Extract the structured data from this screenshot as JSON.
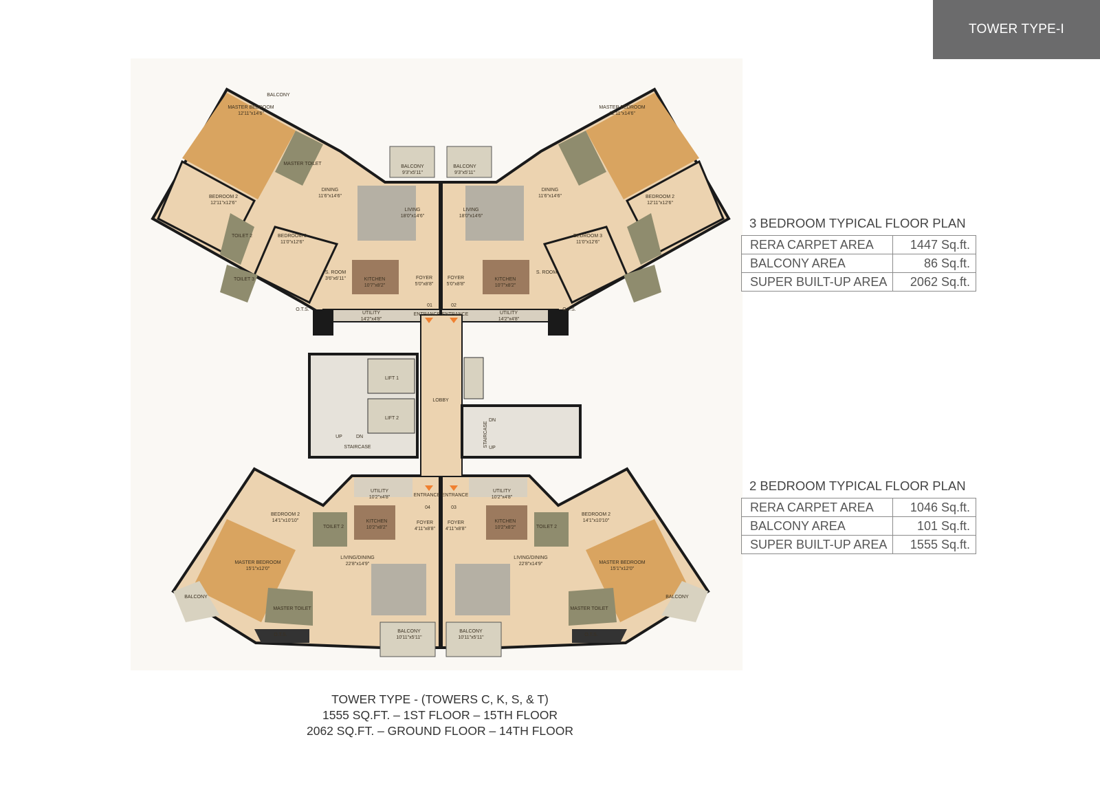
{
  "header": {
    "badge": "TOWER TYPE-I"
  },
  "colors": {
    "badge_bg": "#6b6b6c",
    "floor": "#ecd3b0",
    "wood": "#d9a460",
    "tile": "#8f8c6e",
    "wall": "#1a1a1a"
  },
  "plan_labels": {
    "unit_3bhk": [
      "MASTER BEDROOM",
      "12'11\"x14'6\"",
      "BALCONY",
      "MASTER TOILET",
      "DINING",
      "11'6\"x14'6\"",
      "BEDROOM 2",
      "12'11\"x12'6\"",
      "TOILET 2",
      "BEDROOM 3",
      "11'0\"x12'6\"",
      "TOILET 3",
      "S. ROOM",
      "3'6\"x6'11\"",
      "KITCHEN",
      "10'7\"x8'2\"",
      "FOYER",
      "5'0\"x8'8\"",
      "LIVING",
      "18'0\"x14'6\"",
      "BALCONY",
      "9'3\"x5'11\"",
      "UTILITY",
      "14'2\"x4'8\"",
      "O.T.S."
    ],
    "unit_2bhk": [
      "BEDROOM 2",
      "14'1\"x10'10\"",
      "TOILET 2",
      "KITCHEN",
      "10'2\"x8'2\"",
      "FOYER",
      "4'11\"x8'8\"",
      "UTILITY",
      "10'2\"x4'8\"",
      "LIVING/DINING",
      "22'8\"x14'9\"",
      "MASTER BEDROOM",
      "15'1\"x12'0\"",
      "MASTER TOILET",
      "BALCONY",
      "10'11\"x5'11\"",
      "O.T.S.",
      "BALCONY"
    ],
    "core": {
      "lobby": "LOBBY",
      "lift1": "LIFT 1",
      "lift2": "LIFT 2",
      "staircase": "STAIRCASE",
      "up": "UP",
      "dn": "DN",
      "entrance": "ENTRANCE"
    },
    "unit_numbers": [
      "01",
      "02",
      "03",
      "04"
    ]
  },
  "three_bedroom": {
    "title": "3 BEDROOM TYPICAL FLOOR PLAN",
    "rows": [
      {
        "label": "RERA CARPET AREA",
        "value": "1447 Sq.ft."
      },
      {
        "label": "BALCONY AREA",
        "value": "86 Sq.ft."
      },
      {
        "label": "SUPER BUILT-UP AREA",
        "value": "2062 Sq.ft."
      }
    ]
  },
  "two_bedroom": {
    "title": "2 BEDROOM TYPICAL FLOOR PLAN",
    "rows": [
      {
        "label": "RERA CARPET AREA",
        "value": "1046 Sq.ft."
      },
      {
        "label": "BALCONY AREA",
        "value": "101 Sq.ft."
      },
      {
        "label": "SUPER BUILT-UP AREA",
        "value": "1555 Sq.ft."
      }
    ]
  },
  "caption": {
    "line1": "TOWER TYPE - (TOWERS C, K, S, & T)",
    "line2": "1555 SQ.FT. – 1ST FLOOR – 15TH FLOOR",
    "line3": "2062 SQ.FT. – GROUND FLOOR – 14TH FLOOR"
  }
}
